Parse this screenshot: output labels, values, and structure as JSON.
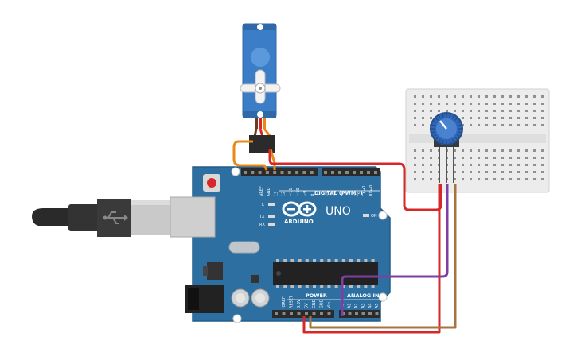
{
  "board": {
    "brand_text": "ARDUINO",
    "model_text": "UNO",
    "digital_header_label": "DIGITAL (PWM~)",
    "power_header_label": "POWER",
    "analog_header_label": "ANALOG IN",
    "on_label": "ON",
    "led_l_label": "L",
    "led_tx_label": "TX",
    "led_rx_label": "RX",
    "digital_pin_labels": [
      "AREF",
      "GND",
      "13",
      "12",
      "~11",
      "~10",
      "~9",
      "8",
      "7",
      "~6",
      "~5",
      "4",
      "~3",
      "2",
      "TX→1",
      "RX←0"
    ],
    "power_pin_labels": [
      "IOREF",
      "RESET",
      "3.3V",
      "5V",
      "GND",
      "GND",
      "Vin"
    ],
    "analog_pin_labels": [
      "A0",
      "A1",
      "A2",
      "A3",
      "A4",
      "A5"
    ]
  },
  "colors": {
    "board": "#2d6fa0",
    "board_dark": "#1f5a86",
    "header": "#2b2b2b",
    "servo": "#3b7ec7",
    "breadboard": "#ececec",
    "pot_knob": "#2f66b8",
    "wire_red": "#d6282a",
    "wire_orange": "#e98a17",
    "wire_brown": "#a8743e",
    "wire_purple": "#7e3ea3"
  },
  "icons": {
    "logo": "arduino-infinity-logo",
    "usb": "usb-trident-icon"
  }
}
